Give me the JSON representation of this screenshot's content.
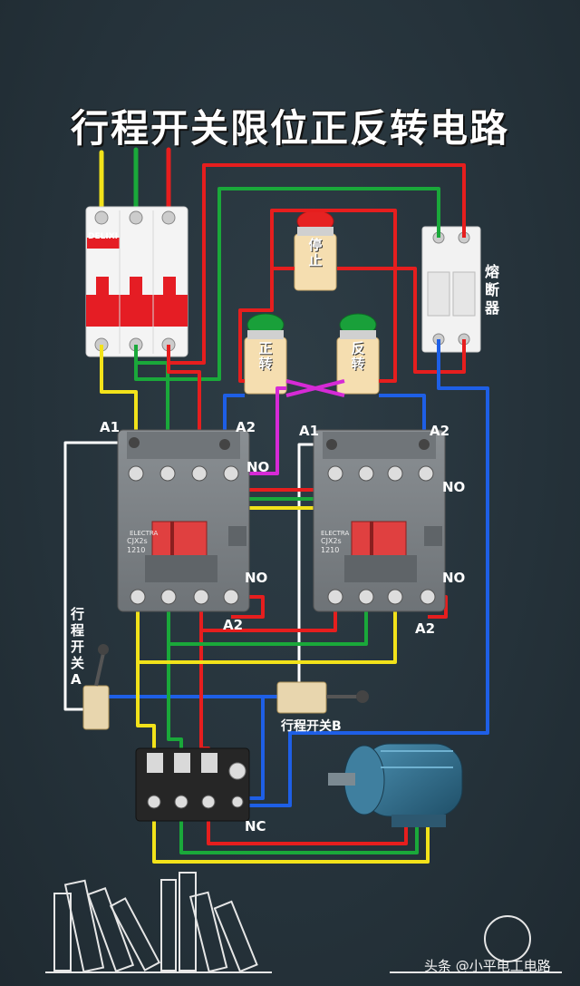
{
  "title": "行程开关限位正反转电路",
  "breaker": {
    "brand": "DELIXI"
  },
  "fuse": {
    "label": "熔断器"
  },
  "buttons": {
    "stop": "停止",
    "forward": "正转",
    "reverse": "反转"
  },
  "contactor_left": {
    "a1": "A1",
    "a2_top": "A2",
    "no_top": "NO",
    "no_bottom": "NO",
    "a2_bottom": "A2",
    "brand": "ELECTRA",
    "model": "CJX2s",
    "rating": "1210"
  },
  "contactor_right": {
    "a1": "A1",
    "a2_top": "A2",
    "no_top": "NO",
    "no_bottom": "NO",
    "a2_bottom": "A2",
    "brand": "ELECTRA",
    "model": "CJX2s",
    "rating": "1210"
  },
  "limit_switch_a": {
    "label": "行程开关A"
  },
  "limit_switch_b": {
    "label": "行程开关B"
  },
  "relay": {
    "nc_label": "NC"
  },
  "watermark": "头条 @小平电工电路",
  "colors": {
    "phase_yellow": "#f2e21a",
    "phase_green": "#1aa83a",
    "phase_red": "#e61e1e",
    "control_blue": "#1e5fe6",
    "control_white": "#ffffff",
    "cross_magenta": "#d62ad6",
    "background": "#26343c"
  }
}
